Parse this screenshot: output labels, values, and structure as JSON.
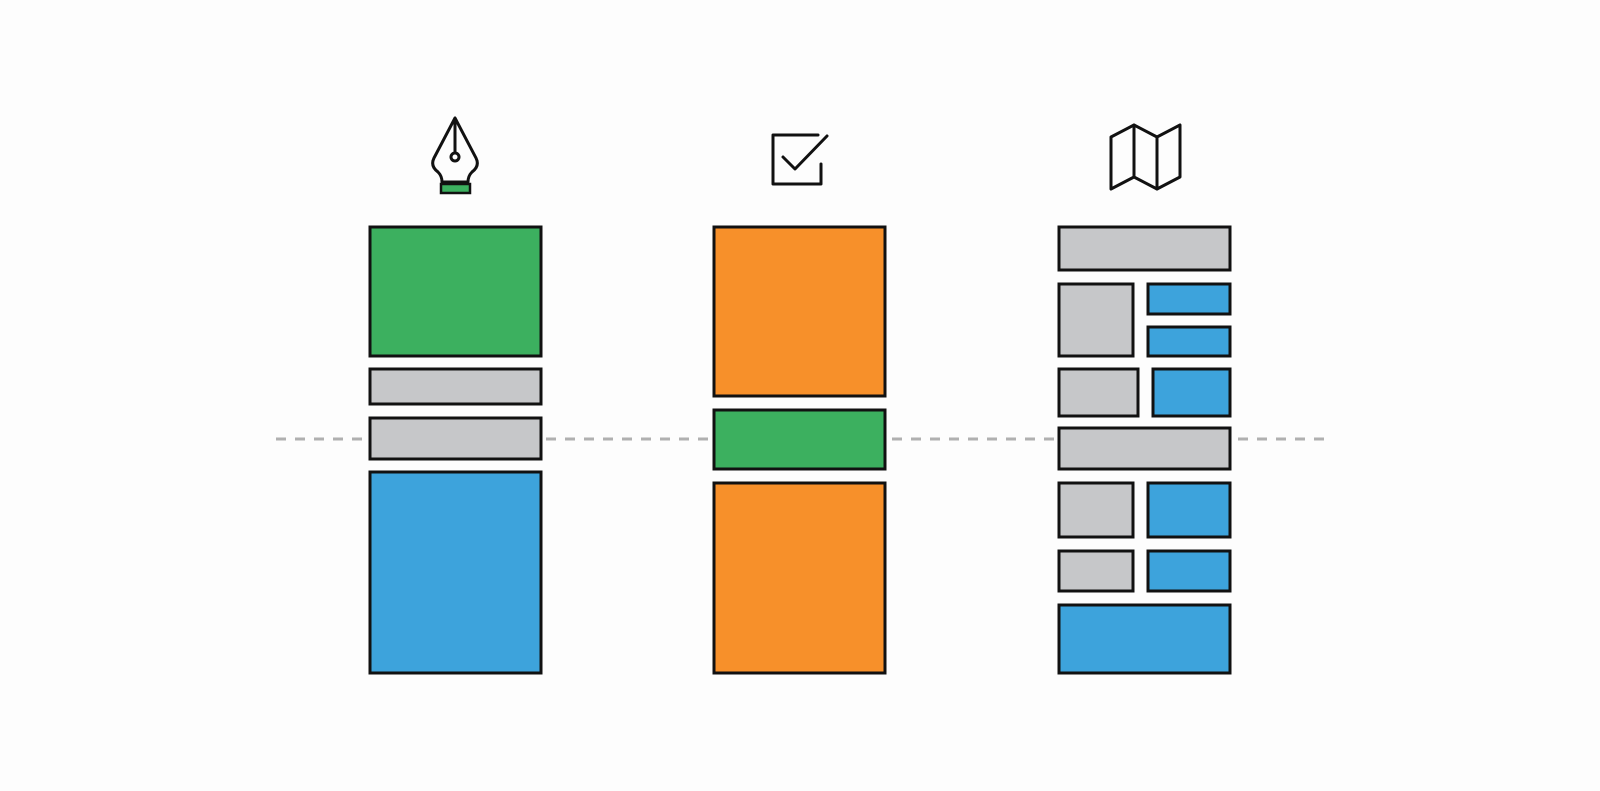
{
  "colors": {
    "background": "#fdfdfd",
    "outline": "#111111",
    "green": "#3cb05f",
    "orange": "#f7902a",
    "gray": "#c6c7c9",
    "blue": "#3da3dc",
    "guide": "#b0b0b0"
  },
  "guide_line": {
    "style": "dashed",
    "color": "guide"
  },
  "columns": [
    {
      "id": "pen",
      "icon": "pen-nib-icon",
      "blocks": [
        {
          "color": "green"
        },
        {
          "color": "gray"
        },
        {
          "color": "gray"
        },
        {
          "color": "blue"
        }
      ]
    },
    {
      "id": "checkbox",
      "icon": "checkbox-checked-icon",
      "blocks": [
        {
          "color": "orange"
        },
        {
          "color": "green"
        },
        {
          "color": "orange"
        }
      ]
    },
    {
      "id": "map",
      "icon": "folded-map-icon",
      "blocks": [
        {
          "color": "gray"
        },
        {
          "color": "gray"
        },
        {
          "color": "blue"
        },
        {
          "color": "blue"
        },
        {
          "color": "gray"
        },
        {
          "color": "blue"
        },
        {
          "color": "gray"
        },
        {
          "color": "gray"
        },
        {
          "color": "blue"
        },
        {
          "color": "gray"
        },
        {
          "color": "blue"
        },
        {
          "color": "blue"
        }
      ]
    }
  ]
}
